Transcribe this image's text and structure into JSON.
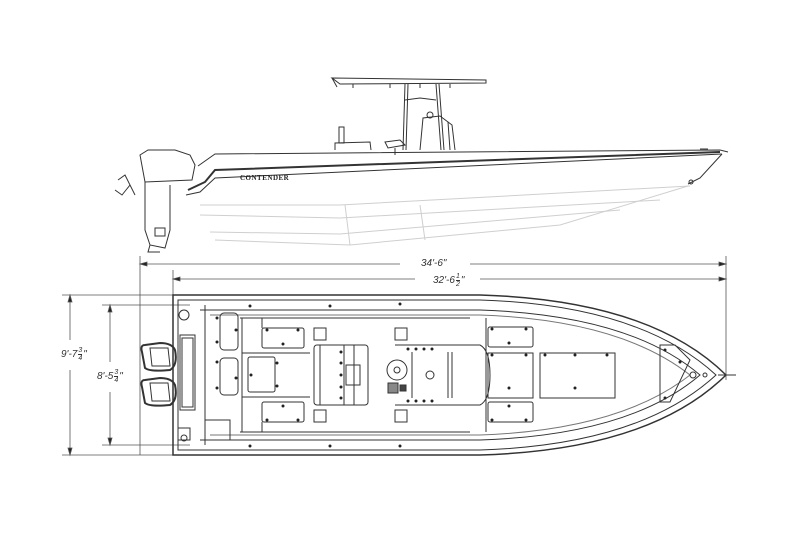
{
  "diagram": {
    "type": "boat-profile-and-plan-drawing",
    "side_profile": {
      "hull_logo": "CONTENDER",
      "components": [
        "outboard-engine",
        "t-top",
        "center-console",
        "leaning-post",
        "rod-holder",
        "bow-rail-cleat"
      ]
    },
    "top_view": {
      "components": [
        "twin-outboard-engines",
        "transom",
        "aft-hatches",
        "livewell",
        "helm-seat",
        "center-console",
        "steering-wheel",
        "forward-seat",
        "bow-hatches",
        "anchor-locker",
        "bow-cleat"
      ]
    },
    "dimensions": {
      "overall_length": {
        "whole": "34'-6\"",
        "label": "34'-6\""
      },
      "hull_length": {
        "whole": "32'-6",
        "num": "1",
        "den": "2",
        "suffix": "\""
      },
      "beam_overall": {
        "whole": "9'-7",
        "num": "3",
        "den": "4",
        "suffix": "\""
      },
      "beam_hull": {
        "whole": "8'-5",
        "num": "3",
        "den": "4",
        "suffix": "\""
      }
    },
    "colors": {
      "line": "#333333",
      "light_line": "#c8c8c8",
      "background": "#ffffff"
    }
  }
}
